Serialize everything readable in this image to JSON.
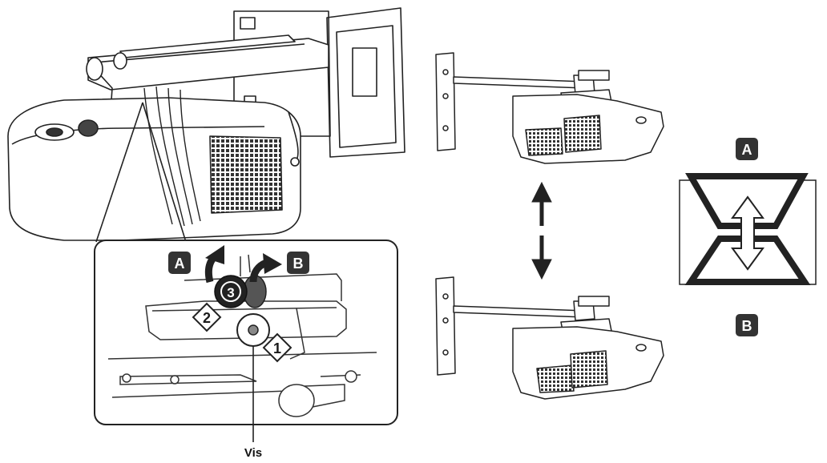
{
  "callout": {
    "label_a": "A",
    "label_b": "B",
    "step_1": "1",
    "step_2": "2",
    "step_3": "3",
    "screw_label": "Vis"
  },
  "legend": {
    "label_a": "A",
    "label_b": "B"
  },
  "icons": [
    "projector-mount-illustration",
    "adjustment-knob-icon",
    "up-down-arrow-icon",
    "image-distortion-icon"
  ]
}
